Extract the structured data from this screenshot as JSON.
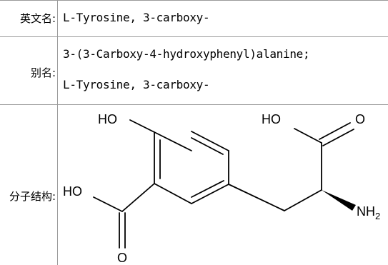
{
  "rows": {
    "english_name": {
      "label": "英文名:",
      "value": "L-Tyrosine, 3-carboxy-"
    },
    "synonyms": {
      "label": "别名:",
      "values": [
        "3-(3-Carboxy-4-hydroxyphenyl)alanine;",
        "L-Tyrosine, 3-carboxy-"
      ]
    },
    "structure": {
      "label": "分子结构:"
    }
  },
  "molecule": {
    "atom_labels": {
      "ho_top": "HO",
      "ho_acid_right": "HO",
      "o_acid_right": "O",
      "ho_acid_left": "HO",
      "o_acid_left": "O",
      "nh2": "NH",
      "nh2_sub": "2"
    }
  }
}
